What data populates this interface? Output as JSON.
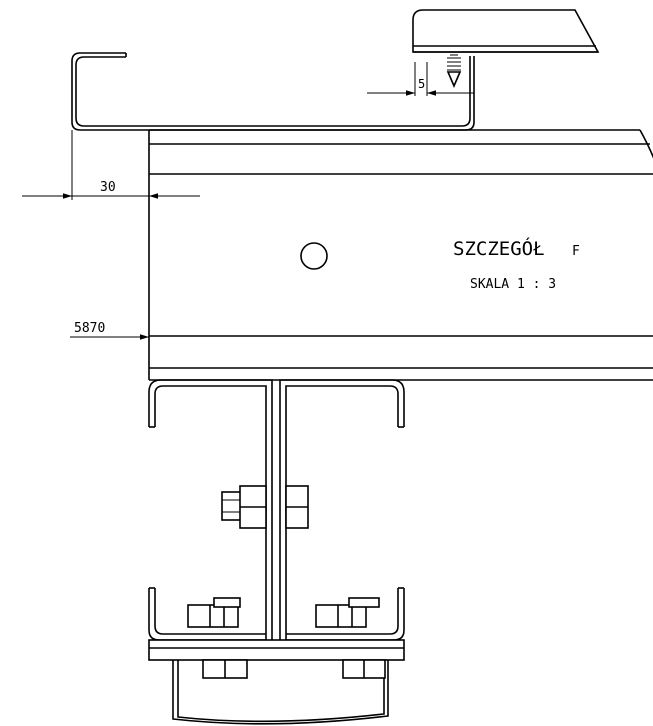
{
  "dimensions": {
    "gap": "5",
    "overhang": "30",
    "elevation": "5870"
  },
  "detail": {
    "title": "SZCZEGÓŁ",
    "letter": "F",
    "scale": "SKALA 1 : 3"
  },
  "colors": {
    "line": "#000000",
    "background": "#ffffff"
  }
}
